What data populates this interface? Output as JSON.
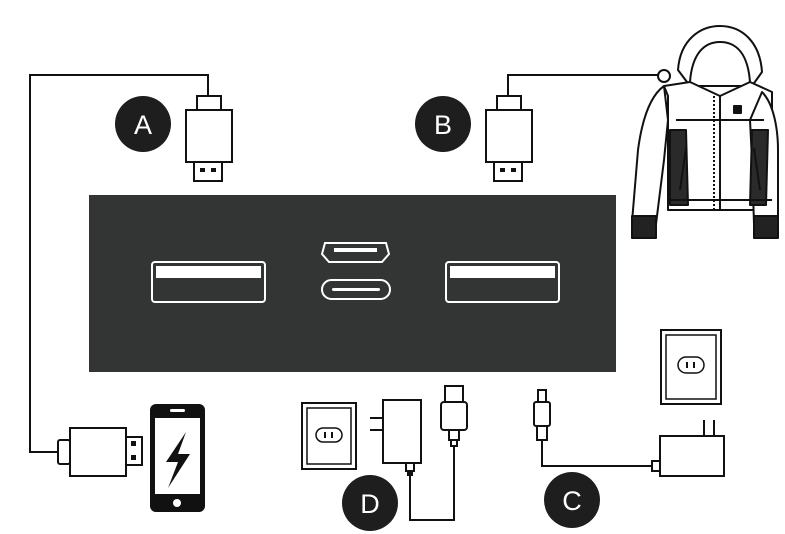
{
  "colors": {
    "panel": "#333434",
    "badge": "#1e1e1e",
    "line": "#111111",
    "port_outline": "#ffffff",
    "background": "#ffffff"
  },
  "badges": {
    "a": "A",
    "b": "B",
    "c": "C",
    "d": "D"
  },
  "panel": {
    "ports": [
      "usb-a-port",
      "hdmi-port",
      "usb-c-port",
      "usb-a-port"
    ]
  },
  "icons": [
    "heated-jacket-icon",
    "smartphone-icon",
    "lightning-bolt-icon",
    "wall-outlet-icon",
    "power-adapter-icon",
    "usb-plug-icon",
    "dc-barrel-plug-icon"
  ]
}
